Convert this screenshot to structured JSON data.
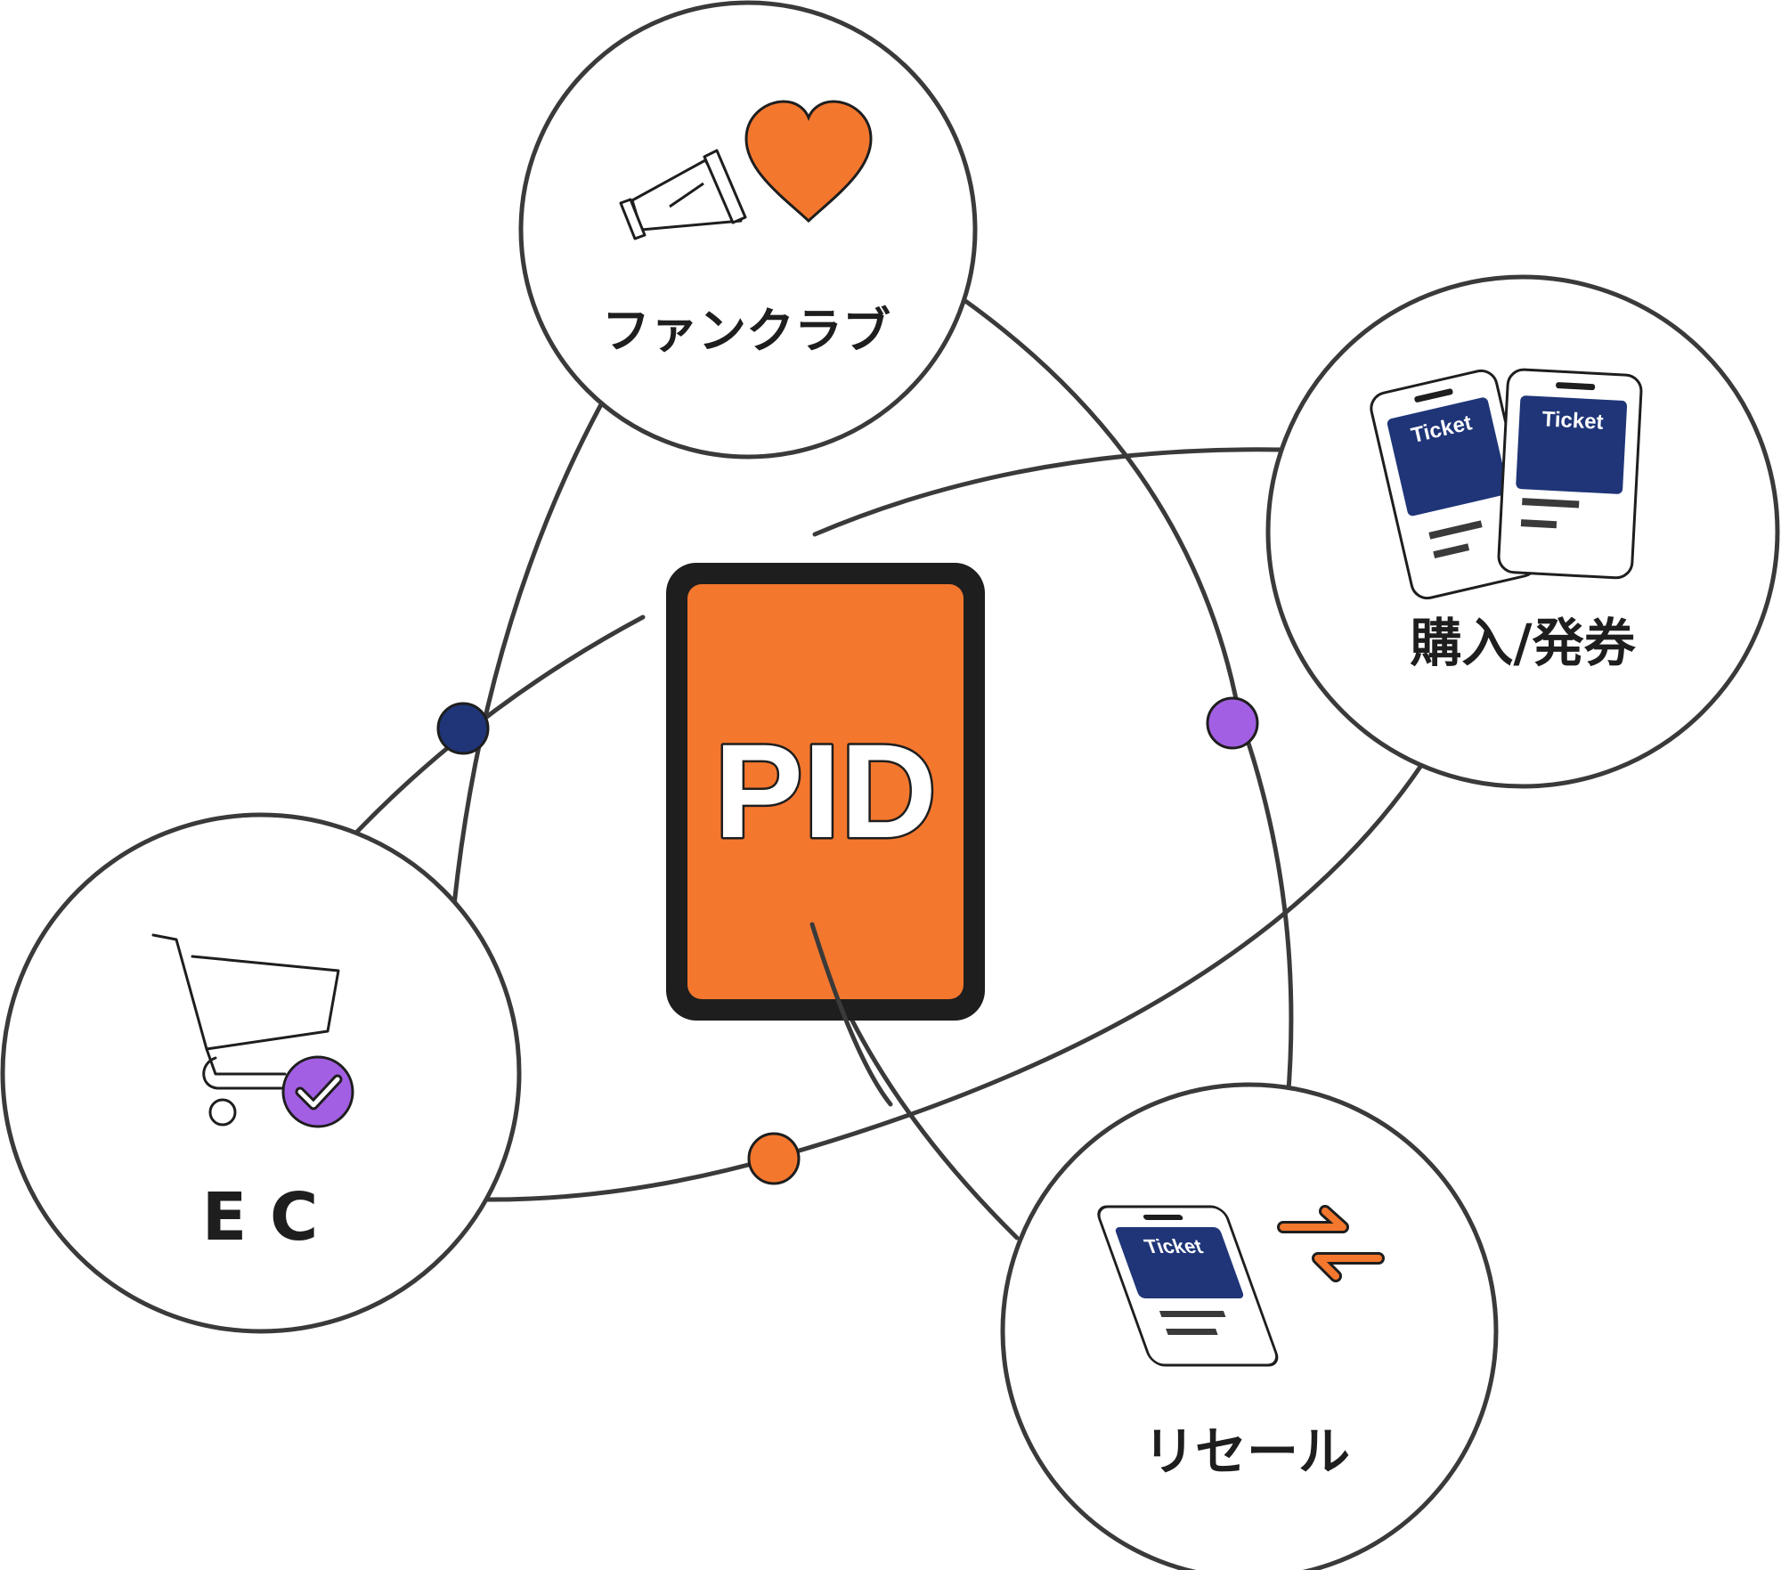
{
  "center": {
    "label": "PID"
  },
  "nodes": {
    "fanclub": {
      "label": "ファンクラブ"
    },
    "purchase": {
      "label": "購入/発券",
      "ticket_left": "Ticket",
      "ticket_right": "Ticket"
    },
    "ec": {
      "label": "E C"
    },
    "resale": {
      "label": "リセール",
      "ticket": "Ticket"
    }
  },
  "icons": {
    "fanclub": [
      "megaphone-icon",
      "heart-icon"
    ],
    "purchase": [
      "ticket-phone-icon",
      "ticket-phone-icon"
    ],
    "ec": [
      "shopping-cart-icon",
      "check-badge-icon"
    ],
    "resale": [
      "ticket-phone-icon",
      "exchange-arrows-icon"
    ]
  },
  "colors": {
    "accent_orange": "#F4772E",
    "accent_purple": "#A25FE3",
    "navy": "#1F3578",
    "outline": "#3a3a3a",
    "frame": "#1e1e1e"
  }
}
